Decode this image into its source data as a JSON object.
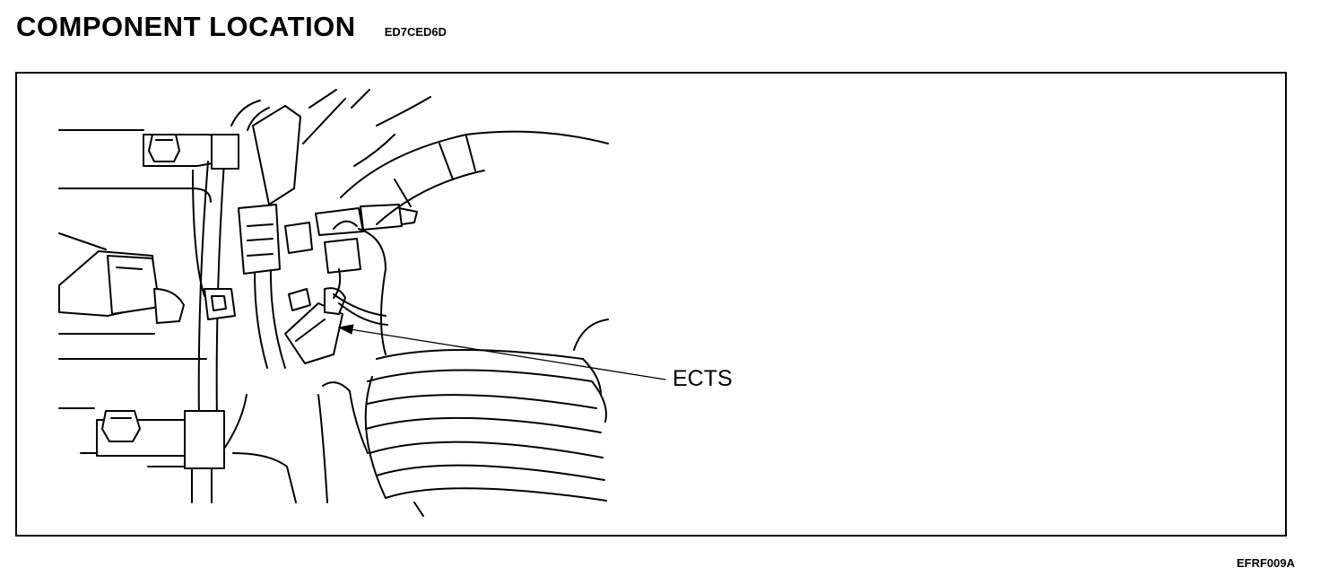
{
  "header": {
    "title": "COMPONENT LOCATION",
    "code": "ED7CED6D"
  },
  "figure": {
    "callout_label": "ECTS",
    "figure_id": "EFRF009A"
  }
}
